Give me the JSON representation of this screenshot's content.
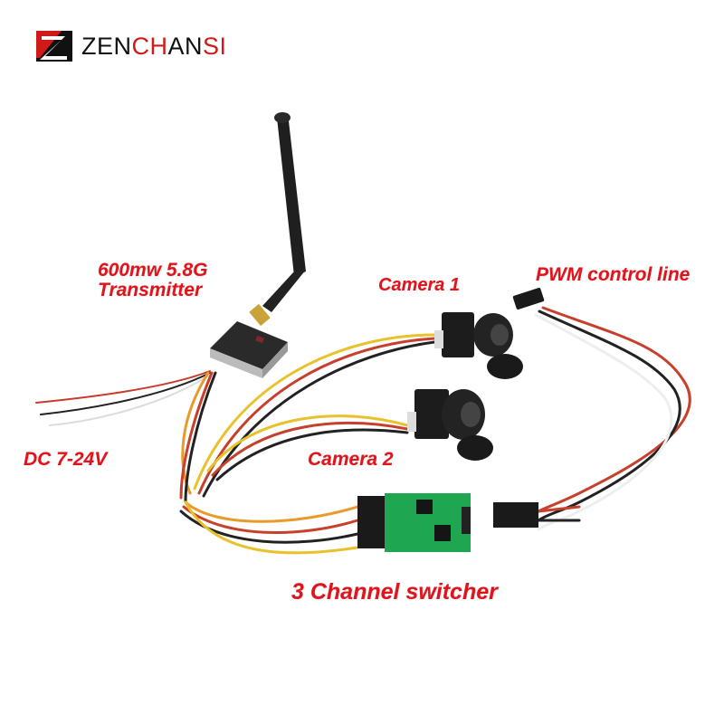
{
  "brand": {
    "name_parts": [
      "ZEN",
      "CH",
      "AN",
      "SI"
    ],
    "name": "ZENCHANSI",
    "logo_icon": "z-logo-icon",
    "colors": {
      "red": "#d01a1a",
      "black": "#111111"
    }
  },
  "labels": {
    "transmitter_line1": "600mw 5.8G",
    "transmitter_line2": "Transmitter",
    "camera1": "Camera 1",
    "pwm": "PWM control line",
    "dc": "DC 7-24V",
    "camera2": "Camera 2",
    "switcher": "3 Channel switcher"
  },
  "label_color": "#e0141c",
  "components": [
    {
      "name": "antenna"
    },
    {
      "name": "transmitter"
    },
    {
      "name": "camera-1"
    },
    {
      "name": "camera-2"
    },
    {
      "name": "channel-switcher-board"
    },
    {
      "name": "pwm-connector"
    },
    {
      "name": "dc-power-wires"
    }
  ]
}
